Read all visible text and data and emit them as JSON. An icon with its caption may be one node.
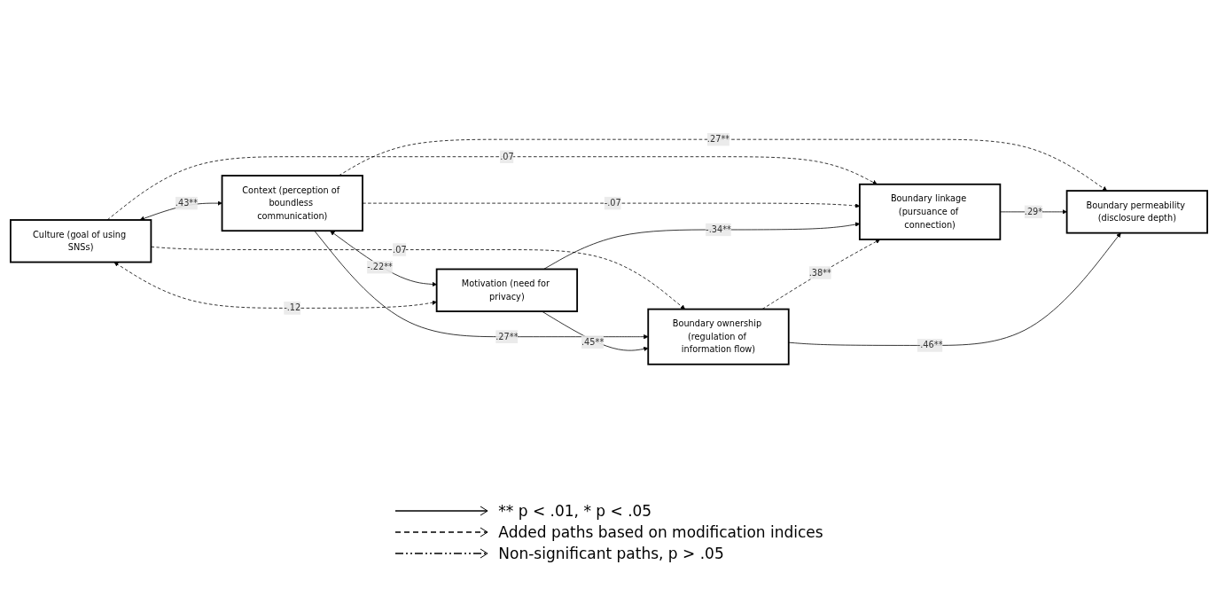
{
  "diagram": {
    "nodes": [
      {
        "text": [
          "Culture (goal of using SNSs)"
        ]
      },
      {
        "text": [
          "Context (perception of boundless communication)"
        ]
      },
      {
        "text": [
          "Motivation (need for privacy)"
        ]
      },
      {
        "text": [
          "Boundary linkage (pursuance of connection)"
        ]
      },
      {
        "text": [
          "Boundary ownership (regulation of information flow)"
        ]
      },
      {
        "text": [
          "Boundary permeability (disclosure depth)"
        ]
      }
    ],
    "edges": [
      {
        "from": 0,
        "to": 1,
        "arrow": "both",
        "label": ".43**"
      },
      {
        "from": 1,
        "to": 2,
        "arrow": "both",
        "label": "-.22**"
      },
      {
        "from": 0,
        "to": 2,
        "arrow": "both",
        "label": "-.12",
        "style": "dashed"
      },
      {
        "from": 0,
        "to": 3,
        "arrow": "to",
        "label": ".07",
        "style": "dashed"
      },
      {
        "from": 0,
        "to": 4,
        "arrow": "to",
        "label": ".07",
        "style": "dashed"
      },
      {
        "from": 1,
        "to": 3,
        "arrow": "to",
        "label": "-.07",
        "style": "dashed"
      },
      {
        "from": 1,
        "to": 5,
        "arrow": "to",
        "label": ".27**",
        "style": "dashed"
      },
      {
        "from": 1,
        "to": 4,
        "arrow": "to",
        "label": ".27**"
      },
      {
        "from": 2,
        "to": 3,
        "arrow": "to",
        "label": "-.34**"
      },
      {
        "from": 2,
        "to": 4,
        "arrow": "to",
        "label": ".45**"
      },
      {
        "from": 4,
        "to": 3,
        "arrow": "to",
        "label": ".38**",
        "style": "dashed"
      },
      {
        "from": 3,
        "to": 5,
        "arrow": "to",
        "label": ".29*"
      },
      {
        "from": 4,
        "to": 5,
        "arrow": "to",
        "label": "-.46**"
      }
    ],
    "legend": [
      {
        "text": "** p < .01, * p < .05"
      },
      {
        "text": "Added paths based on modification indices"
      },
      {
        "text": "Non-significant paths, p > .05"
      }
    ]
  }
}
